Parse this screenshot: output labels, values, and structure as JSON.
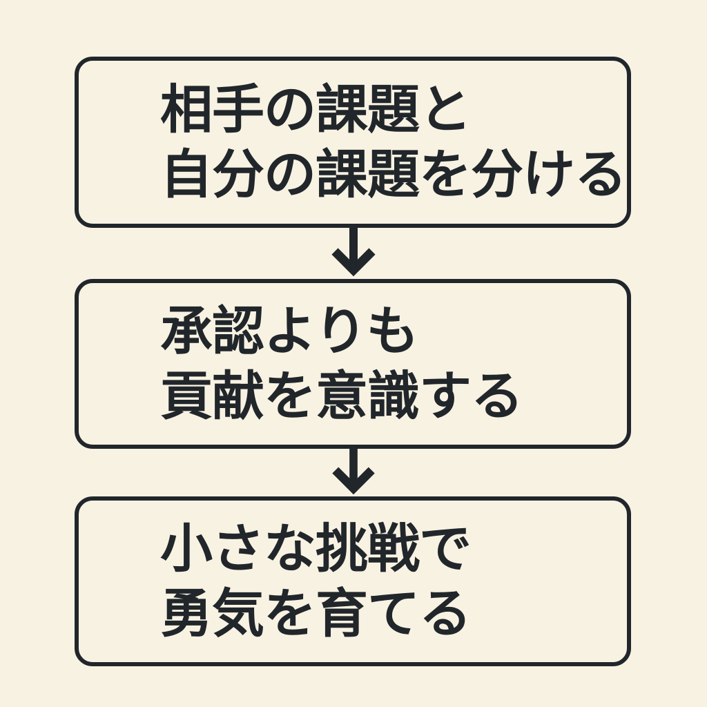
{
  "colors": {
    "background": "#F8F2E3",
    "ink": "#21262A"
  },
  "flow": {
    "direction": "top-to-bottom",
    "connector": "down-arrow",
    "steps": [
      {
        "lines": [
          "相手の課題と",
          "自分の課題を分ける"
        ]
      },
      {
        "lines": [
          "承認よりも",
          "貢献を意識する"
        ]
      },
      {
        "lines": [
          "小さな挑戦で",
          "勇気を育てる"
        ]
      }
    ]
  }
}
